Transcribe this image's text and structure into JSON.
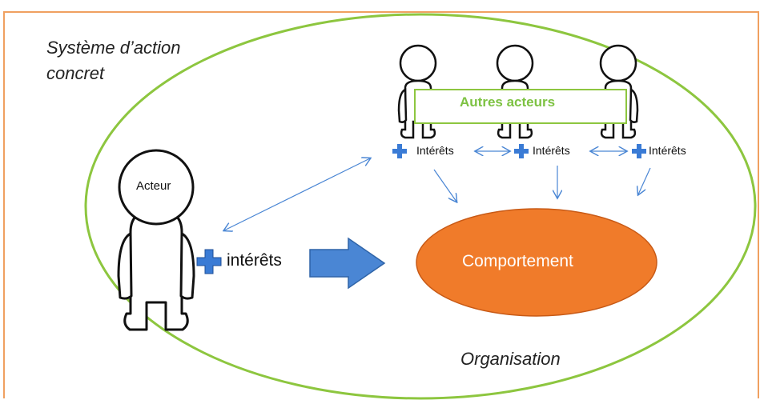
{
  "system_title_line1": "Système d’action",
  "system_title_line2": "concret",
  "organisation_label": "Organisation",
  "actor_label": "Acteur",
  "other_actors_label": "Autres acteurs",
  "main_interests_label": "intérêts",
  "other_interests": [
    "Intérêts",
    "Intérêts",
    "Intérêts"
  ],
  "behavior_label": "Comportement",
  "colors": {
    "frame": "#f0a060",
    "organisation_ellipse": "#8dc63f",
    "behavior_fill": "#f07b2a",
    "arrow_blue": "#4a86d4",
    "plus_blue": "#3a7bd5",
    "other_actors_text": "#7dc242"
  },
  "icons": [
    "plus-icon",
    "stick-figure",
    "block-arrow",
    "double-headed-arrow"
  ]
}
